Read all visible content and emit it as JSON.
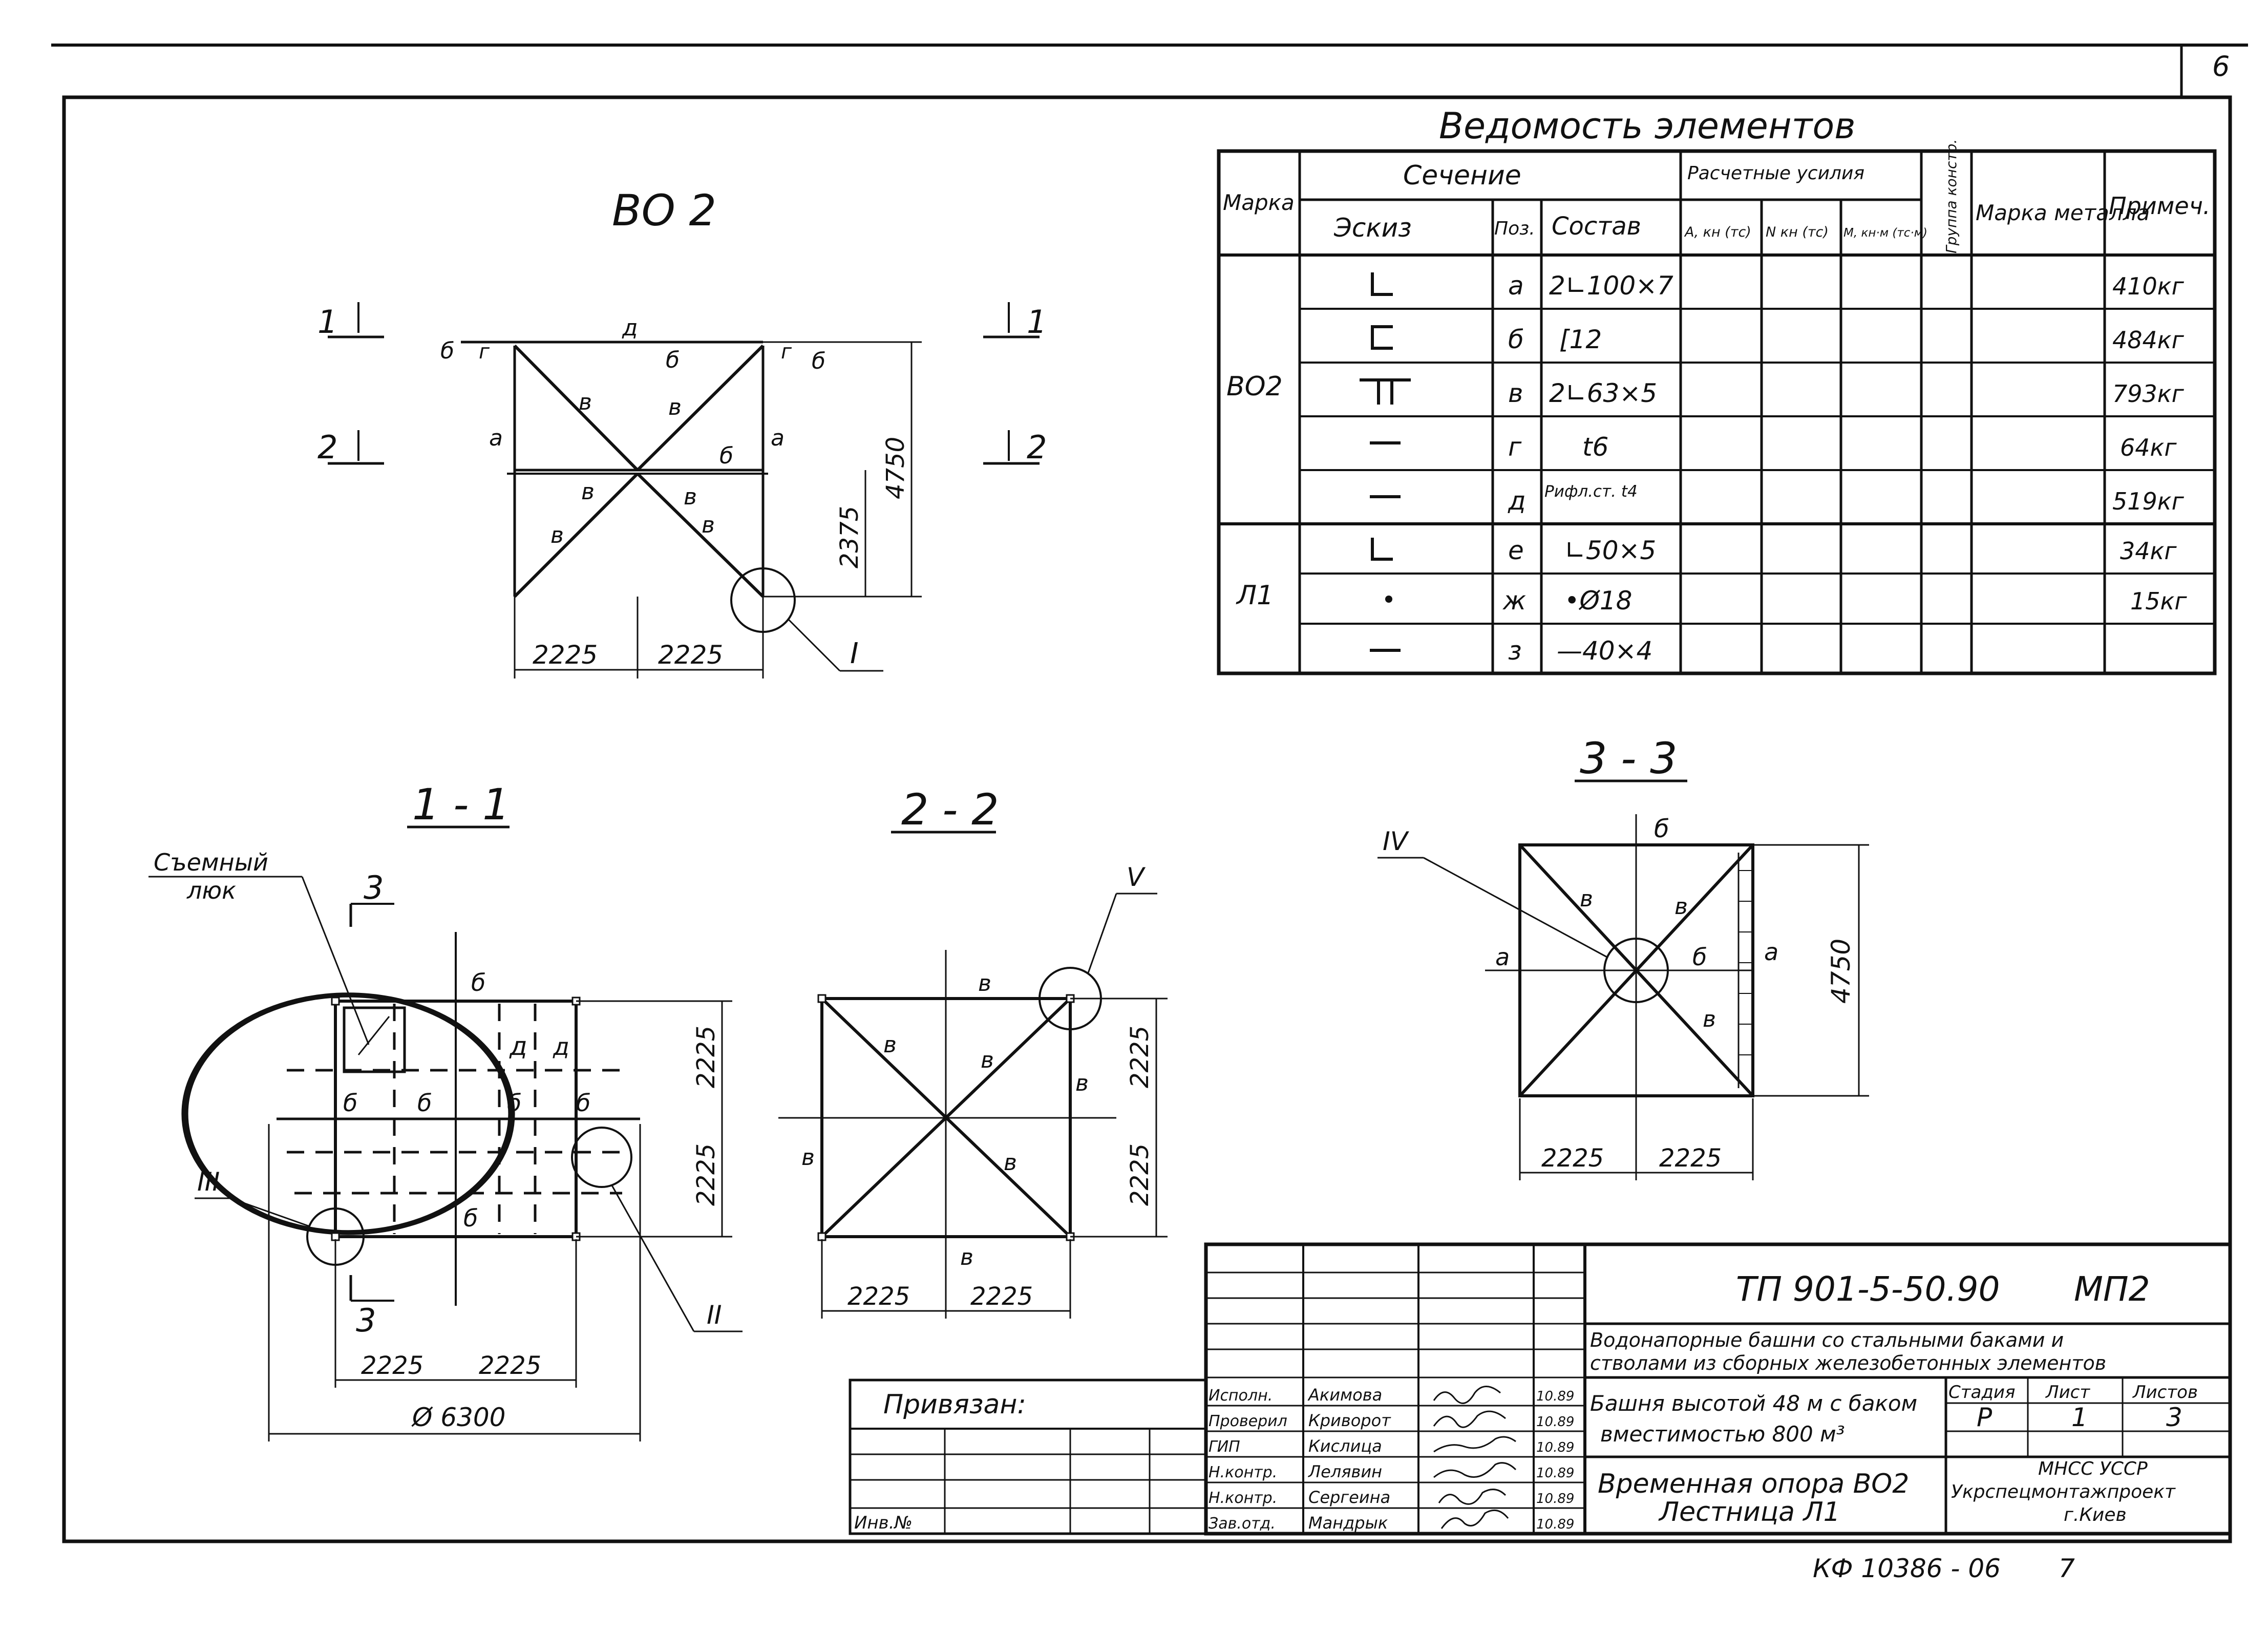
{
  "sheet": {
    "page_no": "6",
    "doc_code": "ТП 901-5-50.90",
    "doc_part": "МП2",
    "archive_no": "КФ 10386 - 06",
    "archive_seq": "7"
  },
  "views": {
    "plan_title": "ВО 2",
    "section_1": "1 - 1",
    "section_2": "2 - 2",
    "section_3": "3 - 3",
    "cut_1": "1",
    "cut_2": "2",
    "cut_3": "3",
    "node_1": "I",
    "node_2": "II",
    "node_3": "III",
    "node_4": "IV",
    "node_5": "V",
    "hatch_label_line1": "Съемный",
    "hatch_label_line2": "люк",
    "dim_2225": "2225",
    "dim_2375": "2375",
    "dim_4750": "4750",
    "dim_6300": "Ø 6300",
    "mark_a": "а",
    "mark_b": "б",
    "mark_v": "в",
    "mark_g": "г",
    "mark_d": "д"
  },
  "spec_table": {
    "title": "Ведомость элементов",
    "headers": {
      "mark": "Марка",
      "section": "Сечение",
      "sketch": "Эскиз",
      "pos": "Поз.",
      "comp": "Состав",
      "forces": "Расчетные усилия",
      "a_kn": "А, кн (тс)",
      "n_kn": "N кн (тс)",
      "m_kn": "М, кн·м (тс·м)",
      "group": "Группа констр.",
      "steel": "Марка металла",
      "note": "Примеч."
    },
    "rows": [
      {
        "mark": "ВО2",
        "pos": "а",
        "comp": "2∟100×7",
        "note": "410кг"
      },
      {
        "mark": "",
        "pos": "б",
        "comp": "[12",
        "note": "484кг"
      },
      {
        "mark": "",
        "pos": "в",
        "comp": "2∟63×5",
        "note": "793кг"
      },
      {
        "mark": "",
        "pos": "г",
        "comp": "t6",
        "note": "64кг"
      },
      {
        "mark": "",
        "pos": "д",
        "comp": "Рифл.ст. t4",
        "note": "519кг"
      },
      {
        "mark": "Л1",
        "pos": "е",
        "comp": "∟50×5",
        "note": "34кг"
      },
      {
        "mark": "",
        "pos": "ж",
        "comp": "•Ø18",
        "note": "15кг"
      },
      {
        "mark": "",
        "pos": "з",
        "comp": "—40×4",
        "note": ""
      }
    ]
  },
  "title_block": {
    "desc_line1": "Водонапорные башни со стальными баками и",
    "desc_line2": "стволами из сборных железобетонных элементов",
    "tower_line1": "Башня высотой 48 м с баком",
    "tower_line2": "вместимостью 800 м³",
    "stage_h": "Стадия",
    "sheet_h": "Лист",
    "sheets_h": "Листов",
    "stage": "Р",
    "sheet": "1",
    "sheets": "3",
    "content_line1": "Временная опора ВО2",
    "content_line2": "Лестница Л1",
    "org_line1": "МНСС УССР",
    "org_line2": "Укрспецмонтажпроект",
    "org_line3": "г.Киев",
    "bound": "Привязан:",
    "inv": "Инв.№",
    "signers": [
      {
        "role": "Исполн.",
        "name": "Акимова",
        "date": "10.89"
      },
      {
        "role": "Проверил",
        "name": "Криворот",
        "date": "10.89"
      },
      {
        "role": "ГИП",
        "name": "Кислица",
        "date": "10.89"
      },
      {
        "role": "Н.контр.",
        "name": "Лелявин",
        "date": "10.89"
      },
      {
        "role": "Н.контр.",
        "name": "Сергеина",
        "date": "10.89"
      },
      {
        "role": "Зав.отд.",
        "name": "Мандрык",
        "date": "10.89"
      }
    ]
  }
}
